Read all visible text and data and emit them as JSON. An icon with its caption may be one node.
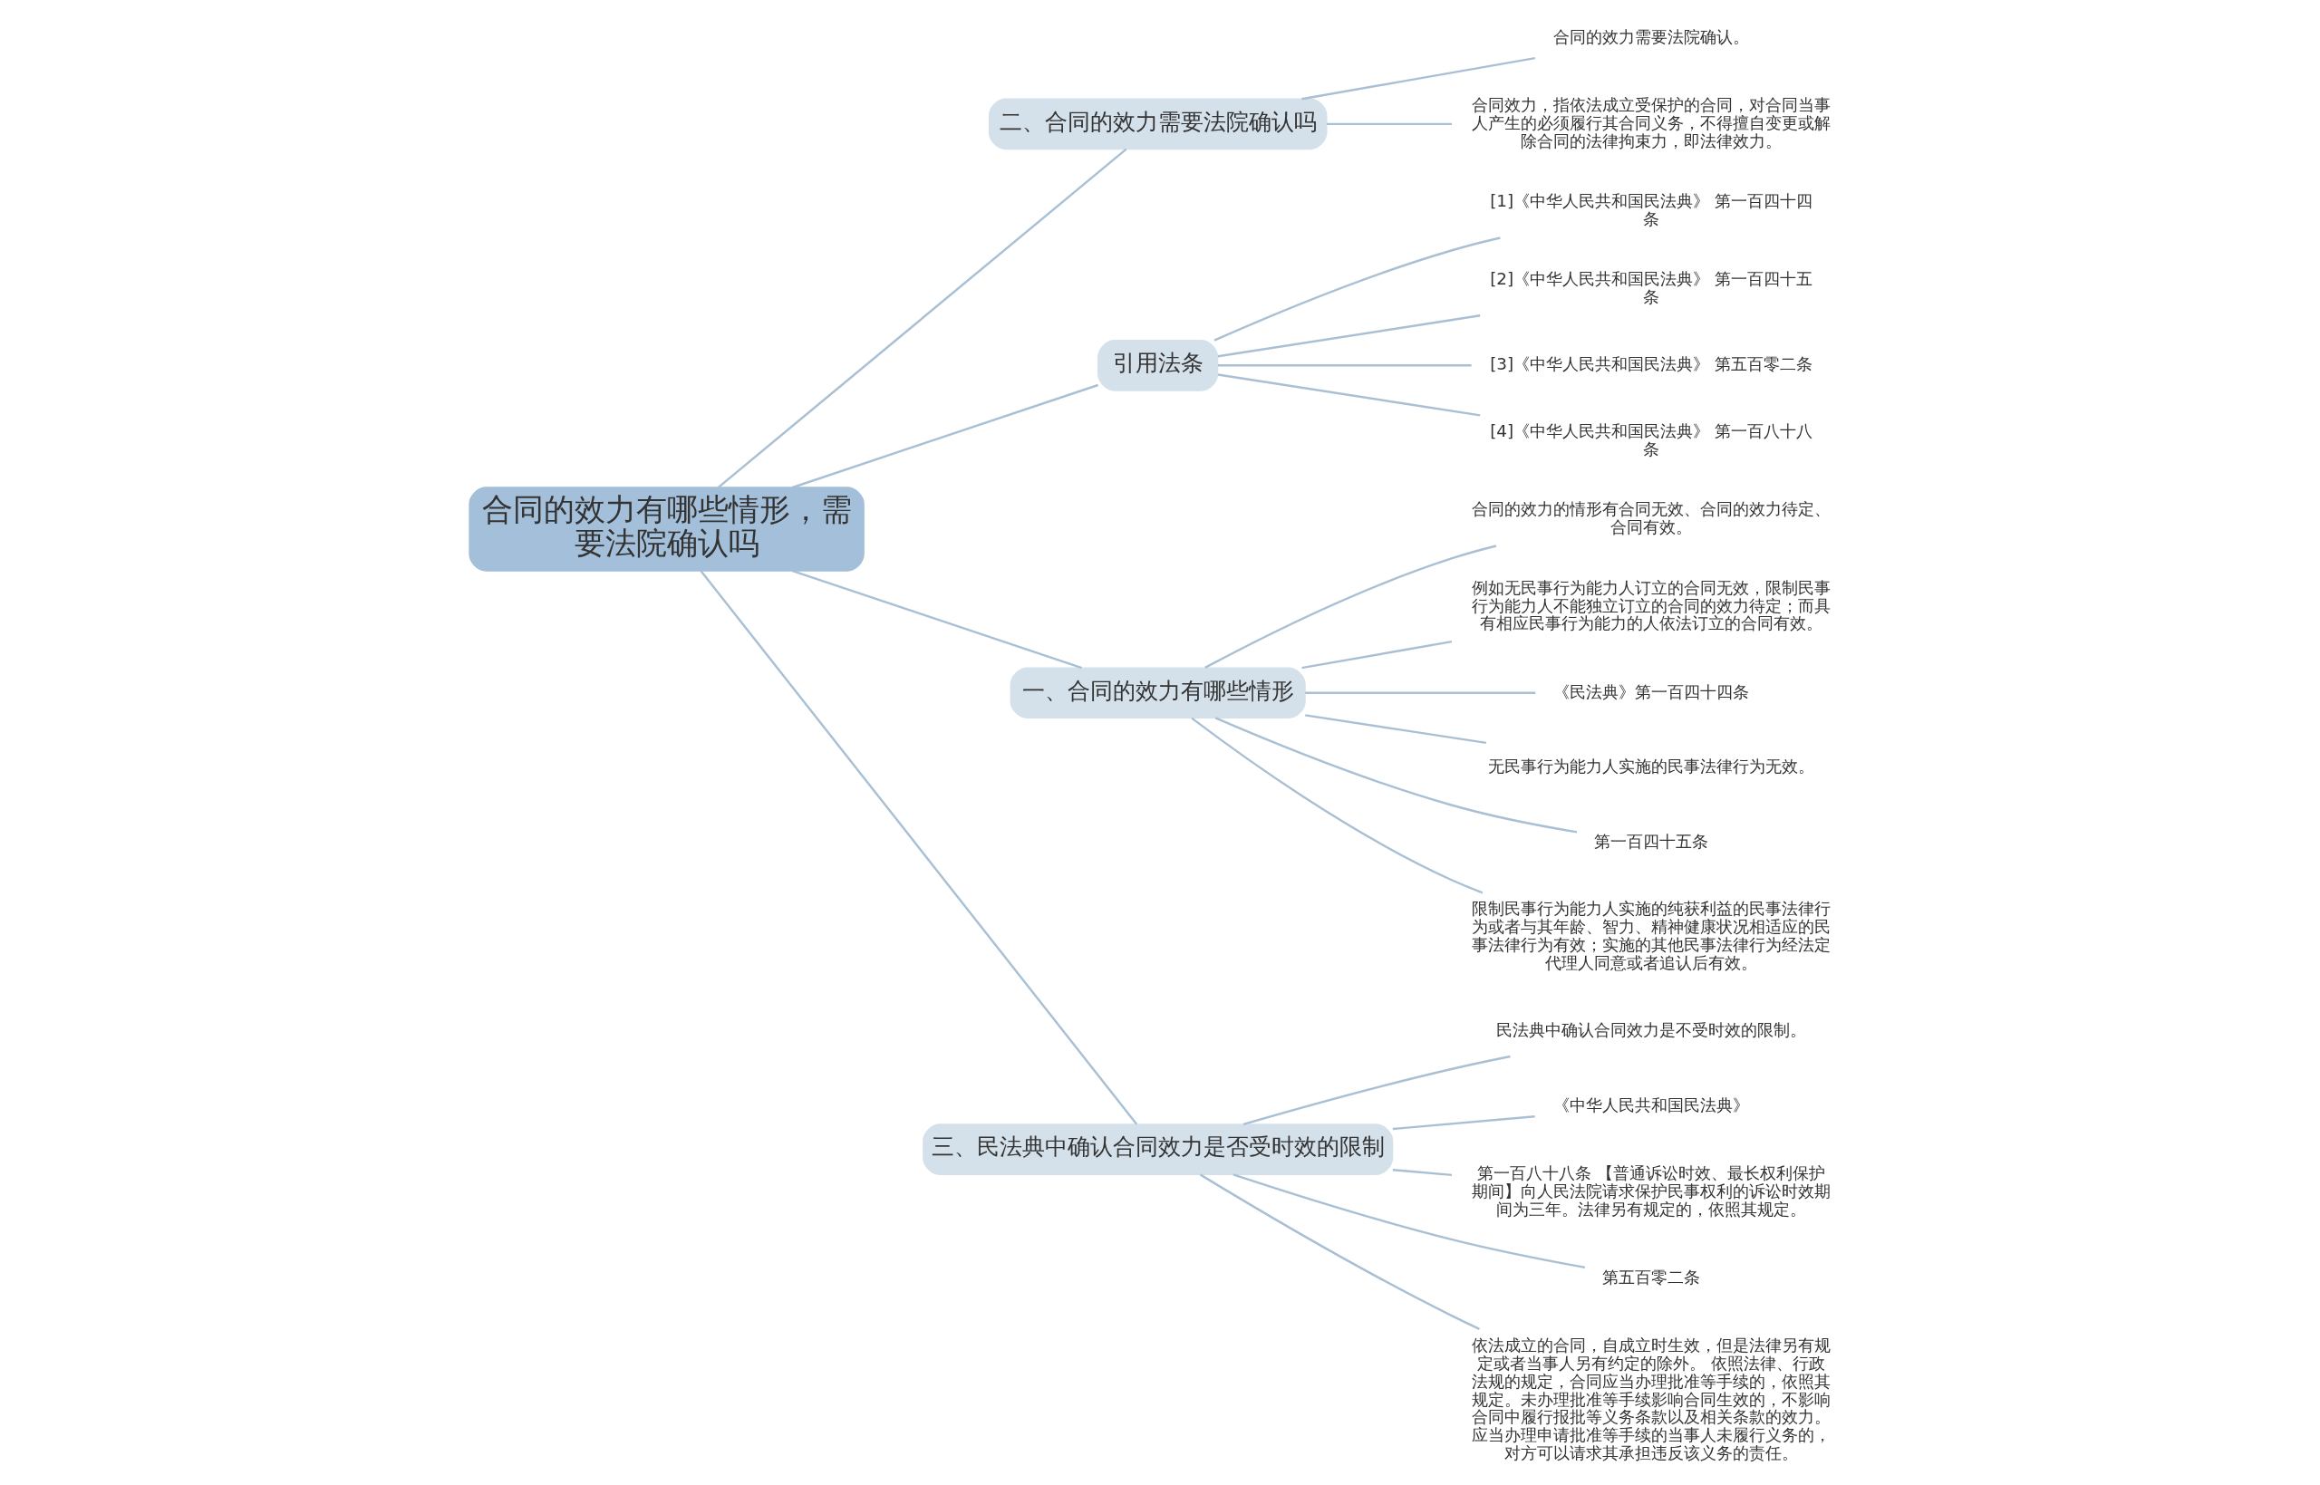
{
  "diagram": {
    "nodes": [
      {
        "text": [
          "合同的效力有哪些情形，需要法院确认吗"
        ]
      },
      {
        "text": [
          "二、合同的效力需要法院确认吗"
        ]
      },
      {
        "text": [
          "合同的效力需要法院确认。"
        ]
      },
      {
        "text": [
          "合同效力，指依法成立受保护的合同，对合同当事人产生的必须履行其合同义务，不得擅自变更或解除合同的法律拘束力，即法律效力。"
        ]
      },
      {
        "text": [
          "引用法条"
        ]
      },
      {
        "text": [
          "[1]《中华人民共和国民法典》 第一百四十四条"
        ]
      },
      {
        "text": [
          "[2]《中华人民共和国民法典》 第一百四十五条"
        ]
      },
      {
        "text": [
          "[3]《中华人民共和国民法典》 第五百零二条"
        ]
      },
      {
        "text": [
          "[4]《中华人民共和国民法典》 第一百八十八条"
        ]
      },
      {
        "text": [
          "一、合同的效力有哪些情形"
        ]
      },
      {
        "text": [
          "合同的效力的情形有合同无效、合同的效力待定、合同有效。"
        ]
      },
      {
        "text": [
          "例如无民事行为能力人订立的合同无效，限制民事行为能力人不能独立订立的合同的效力待定；而具有相应民事行为能力的人依法订立的合同有效。"
        ]
      },
      {
        "text": [
          "《民法典》第一百四十四条"
        ]
      },
      {
        "text": [
          "无民事行为能力人实施的民事法律行为无效。"
        ]
      },
      {
        "text": [
          "第一百四十五条"
        ]
      },
      {
        "text": [
          "限制民事行为能力人实施的纯获利益的民事法律行为或者与其年龄、智力、精神健康状况相适应的民事法律行为有效；实施的其他民事法律行为经法定代理人同意或者追认后有效。"
        ]
      },
      {
        "text": [
          "三、民法典中确认合同效力是否受时效的限制"
        ]
      },
      {
        "text": [
          "民法典中确认合同效力是不受时效的限制。"
        ]
      },
      {
        "text": [
          "《中华人民共和国民法典》"
        ]
      },
      {
        "text": [
          "第一百八十八条 【普通诉讼时效、最长权利保护期间】向人民法院请求保护民事权利的诉讼时效期间为三年。法律另有规定的，依照其规定。"
        ]
      },
      {
        "text": [
          "第五百零二条"
        ]
      },
      {
        "text": [
          "依法成立的合同，自成立时生效，但是法律另有规定或者当事人另有约定的除外。 依照法律、行政法规的规定，合同应当办理批准等手续的，依照其规定。未办理批准等手续影响合同生效的，不影响合同中履行报批等义务条款以及相关条款的效力。应当办理申请批准等手续的当事人未履行义务的，对方可以请求其承担违反该义务的责任。"
        ]
      }
    ],
    "edges": [
      {
        "from": 0,
        "to": 1,
        "arrow": "none"
      },
      {
        "from": 1,
        "to": 2,
        "arrow": "none"
      },
      {
        "from": 1,
        "to": 3,
        "arrow": "none"
      },
      {
        "from": 0,
        "to": 4,
        "arrow": "none"
      },
      {
        "from": 4,
        "to": 5,
        "arrow": "none"
      },
      {
        "from": 4,
        "to": 6,
        "arrow": "none"
      },
      {
        "from": 4,
        "to": 7,
        "arrow": "none"
      },
      {
        "from": 4,
        "to": 8,
        "arrow": "none"
      },
      {
        "from": 0,
        "to": 9,
        "arrow": "none"
      },
      {
        "from": 9,
        "to": 10,
        "arrow": "none"
      },
      {
        "from": 9,
        "to": 11,
        "arrow": "none"
      },
      {
        "from": 9,
        "to": 12,
        "arrow": "none"
      },
      {
        "from": 9,
        "to": 13,
        "arrow": "none"
      },
      {
        "from": 9,
        "to": 14,
        "arrow": "none"
      },
      {
        "from": 9,
        "to": 15,
        "arrow": "none"
      },
      {
        "from": 0,
        "to": 16,
        "arrow": "none"
      },
      {
        "from": 16,
        "to": 17,
        "arrow": "none"
      },
      {
        "from": 16,
        "to": 18,
        "arrow": "none"
      },
      {
        "from": 16,
        "to": 19,
        "arrow": "none"
      },
      {
        "from": 16,
        "to": 20,
        "arrow": "none"
      },
      {
        "from": 16,
        "to": 21,
        "arrow": "none"
      }
    ]
  }
}
